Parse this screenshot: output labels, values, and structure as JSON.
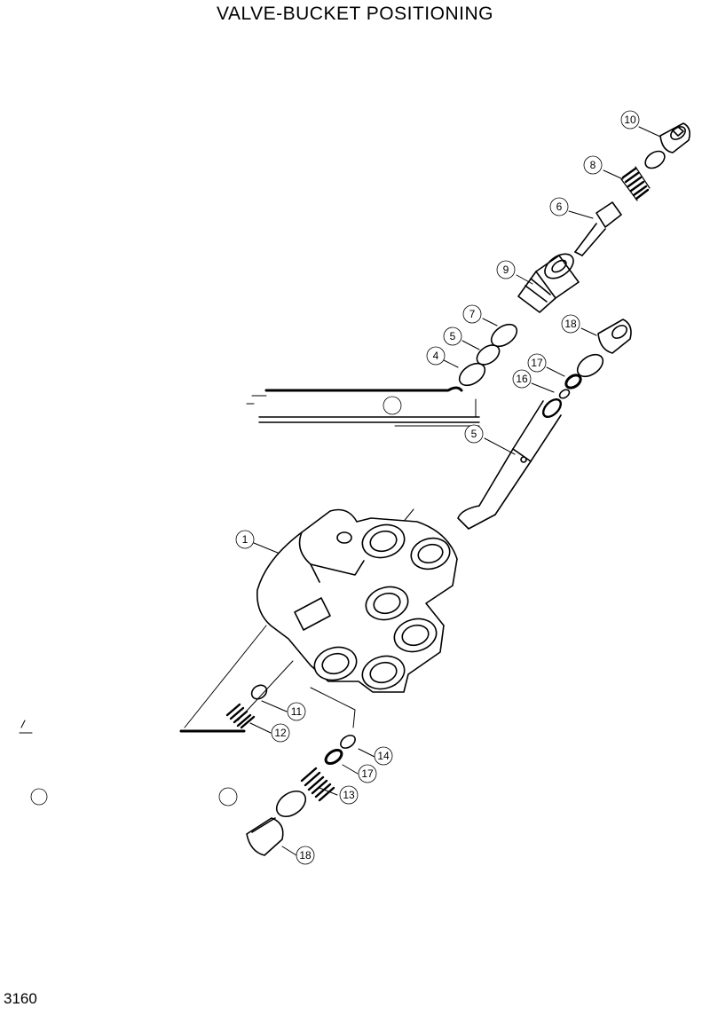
{
  "title": "VALVE-BUCKET POSITIONING",
  "page_number": "3160",
  "callouts": [
    {
      "id": "c10",
      "label": "10"
    },
    {
      "id": "c8",
      "label": "8"
    },
    {
      "id": "c6",
      "label": "6"
    },
    {
      "id": "c9",
      "label": "9"
    },
    {
      "id": "c7",
      "label": "7"
    },
    {
      "id": "c18a",
      "label": "18"
    },
    {
      "id": "c5",
      "label": "5"
    },
    {
      "id": "c4",
      "label": "4"
    },
    {
      "id": "c17a",
      "label": "17"
    },
    {
      "id": "c16",
      "label": "16"
    },
    {
      "id": "c15",
      "label": "5"
    },
    {
      "id": "c1",
      "label": "1"
    },
    {
      "id": "c11",
      "label": "11"
    },
    {
      "id": "c12",
      "label": "12"
    },
    {
      "id": "c14",
      "label": "14"
    },
    {
      "id": "c17b",
      "label": "17"
    },
    {
      "id": "c13",
      "label": "13"
    },
    {
      "id": "c18b",
      "label": "18"
    }
  ]
}
